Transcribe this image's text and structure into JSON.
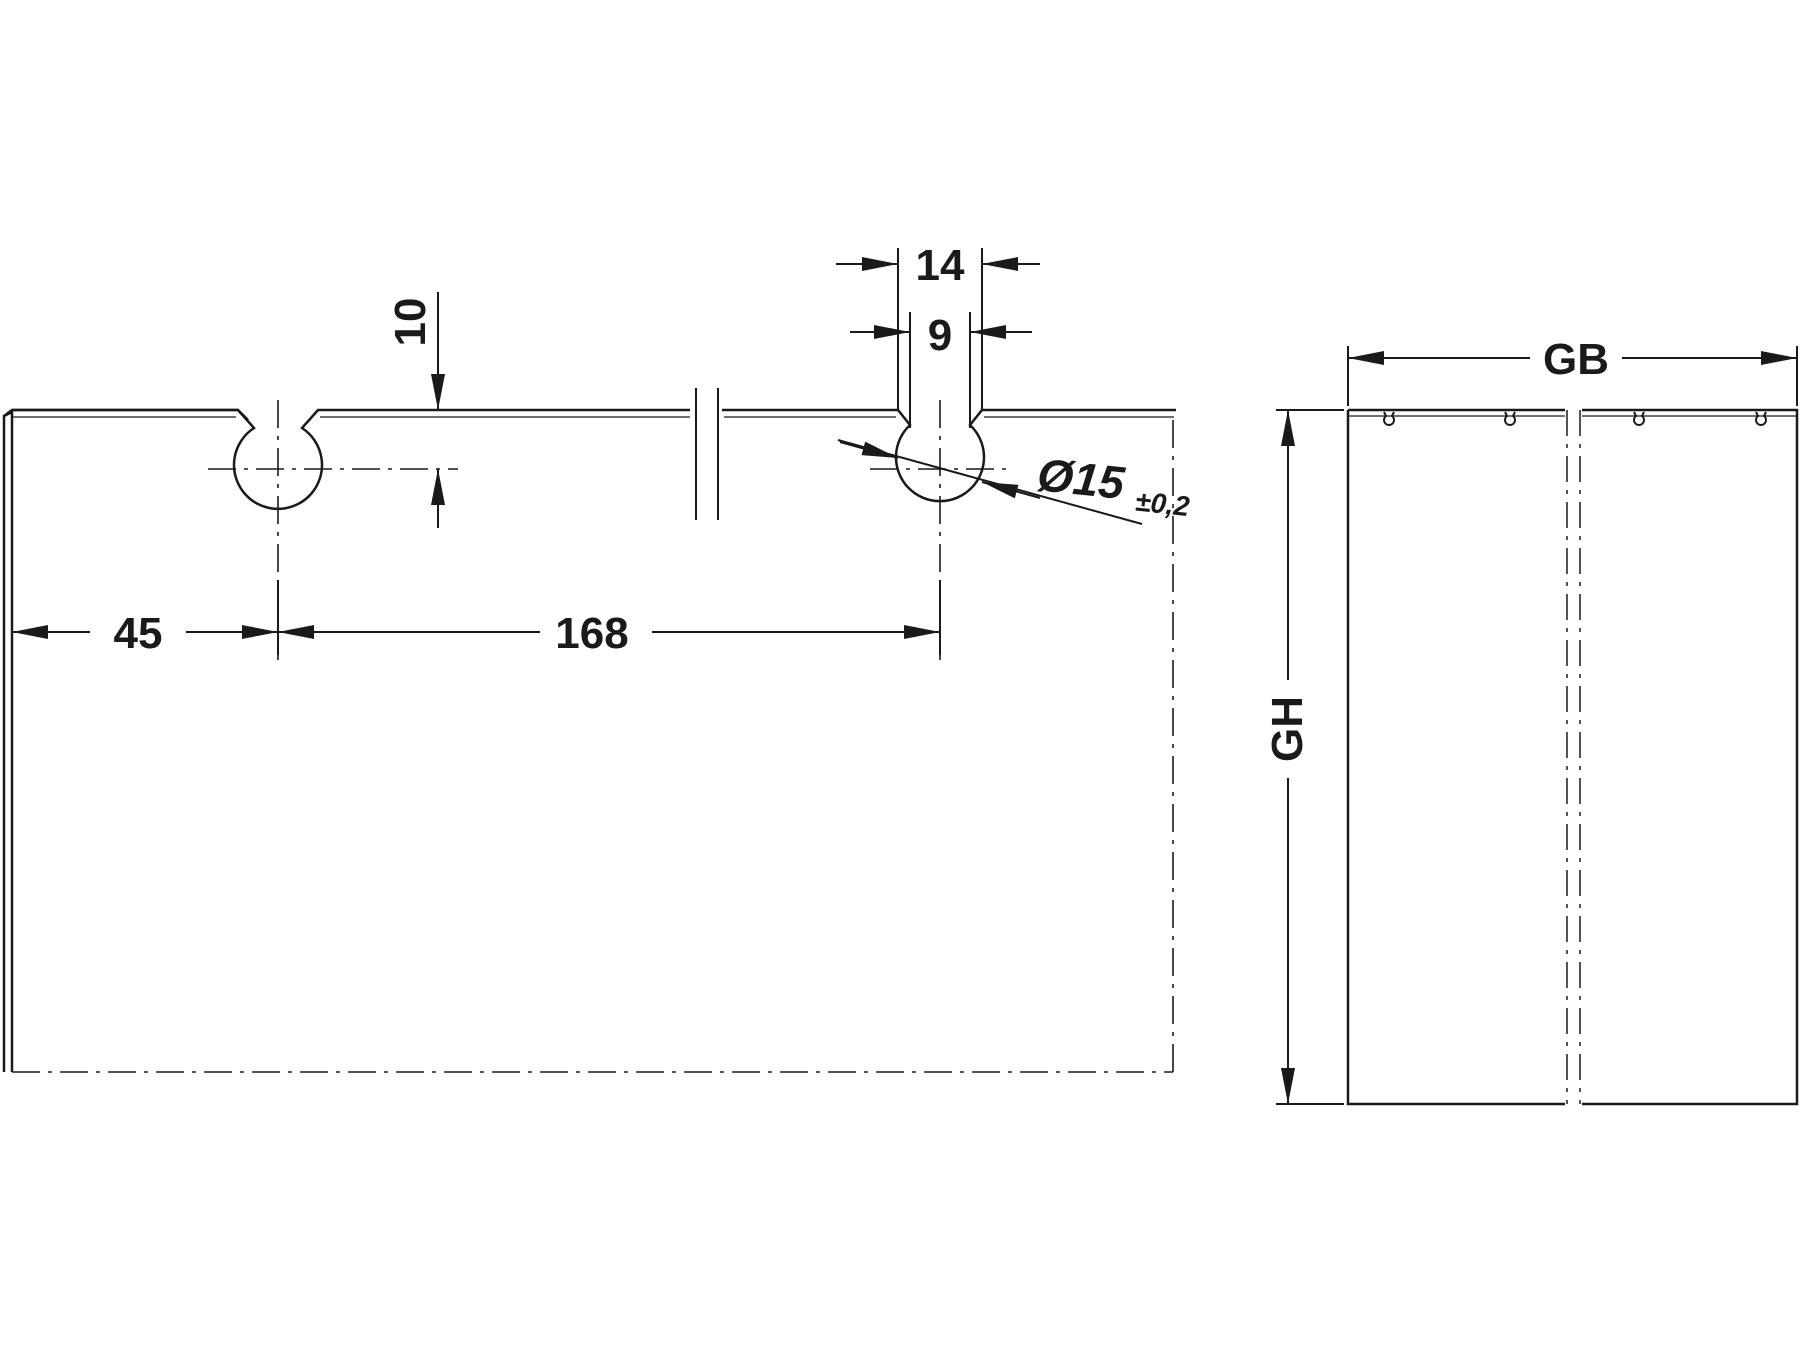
{
  "dimensions": {
    "edge_to_first_hole": "45",
    "hole_spacing": "168",
    "hole_depth": "10",
    "slot_outer_width": "14",
    "slot_inner_width": "9",
    "hole_diameter": "Ø15",
    "hole_diameter_tolerance": "±0,2"
  },
  "overall": {
    "width_label": "GB",
    "height_label": "GH"
  },
  "colors": {
    "line": "#1a1a1a",
    "background": "#ffffff"
  }
}
